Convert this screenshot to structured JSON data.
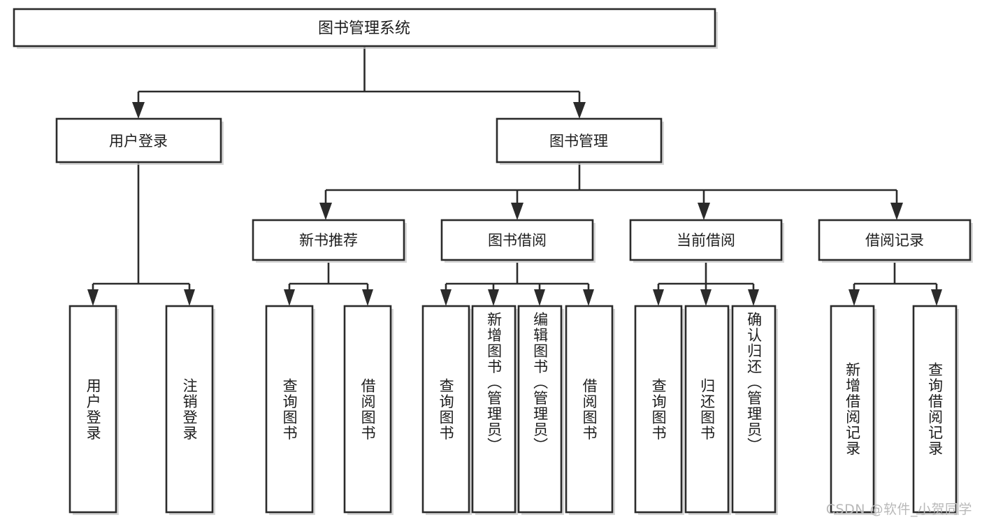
{
  "diagram": {
    "title": "图书管理系统",
    "type": "hierarchy-tree",
    "watermark": "CSDN @软件_小贺同学",
    "colors": {
      "box_fill": "#ffffff",
      "box_stroke": "#2b2b2b",
      "connector": "#2b2b2b",
      "text": "#1d1d1d",
      "watermark": "#b9b9b9",
      "background": "#ffffff"
    },
    "levels": {
      "root": {
        "label": "图书管理系统"
      },
      "level2": [
        {
          "label": "用户登录"
        },
        {
          "label": "图书管理"
        }
      ],
      "level3": [
        {
          "label": "新书推荐"
        },
        {
          "label": "图书借阅"
        },
        {
          "label": "当前借阅"
        },
        {
          "label": "借阅记录"
        }
      ],
      "leaves": [
        {
          "label": "用户登录",
          "parent": "用户登录"
        },
        {
          "label": "注销登录",
          "parent": "用户登录"
        },
        {
          "label": "查询图书",
          "parent": "新书推荐"
        },
        {
          "label": "借阅图书",
          "parent": "新书推荐"
        },
        {
          "label": "查询图书",
          "parent": "图书借阅"
        },
        {
          "label": "新增图书（管理员）",
          "parent": "图书借阅"
        },
        {
          "label": "编辑图书（管理员）",
          "parent": "图书借阅"
        },
        {
          "label": "借阅图书",
          "parent": "图书借阅"
        },
        {
          "label": "查询图书",
          "parent": "当前借阅"
        },
        {
          "label": "归还图书",
          "parent": "当前借阅"
        },
        {
          "label": "确认归还（管理员）",
          "parent": "当前借阅"
        },
        {
          "label": "新增借阅记录",
          "parent": "借阅记录"
        },
        {
          "label": "查询借阅记录",
          "parent": "借阅记录"
        }
      ]
    }
  }
}
